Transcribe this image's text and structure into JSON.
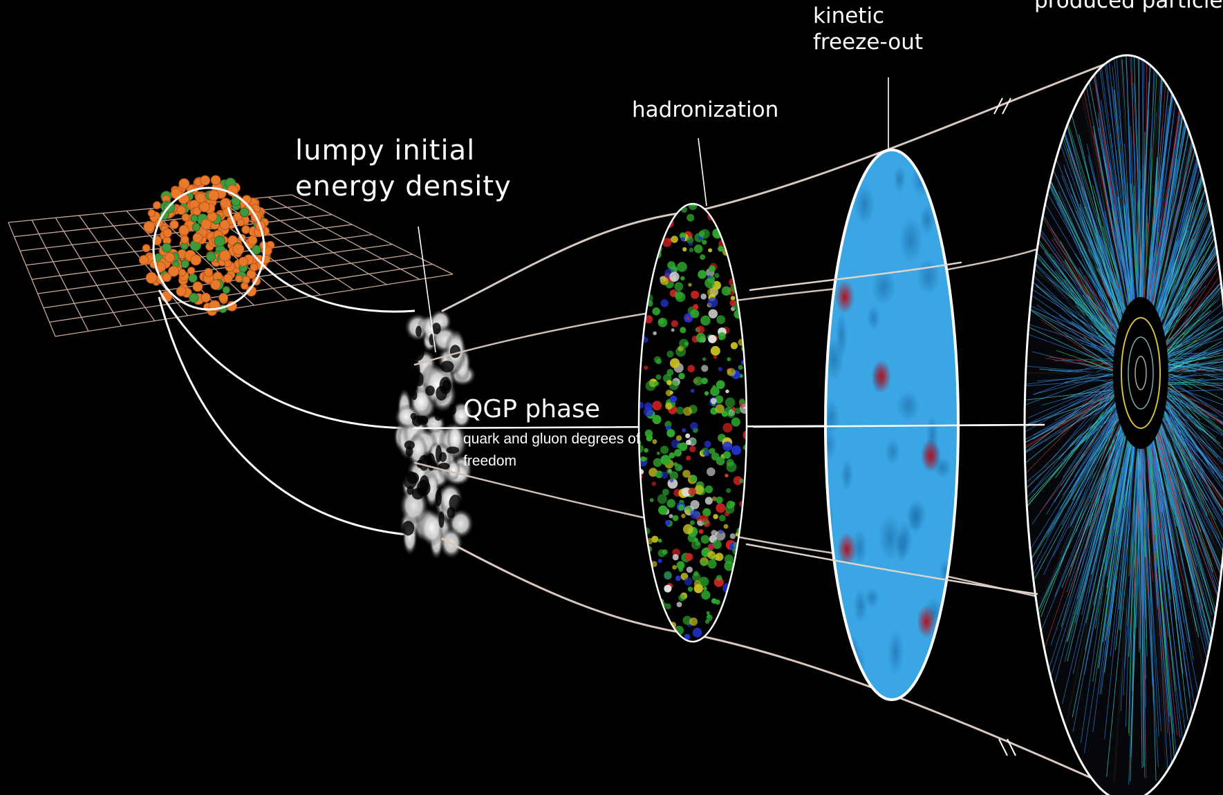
{
  "labels": {
    "initial": [
      "lumpy  initial",
      "energy  density"
    ],
    "qgp_title": "QGP phase",
    "qgp_sub": [
      "quark and gluon degrees of",
      "freedom"
    ],
    "hadronization": "hadronization",
    "kinetic": [
      "kinetic",
      "freeze-out"
    ],
    "produced": "produced  particles"
  },
  "colors": {
    "background": "#000000",
    "grid": "#c9a89a",
    "nucleon_orange": "#e8782a",
    "nucleon_green": "#3f9a3c",
    "freezeout_blue": "#3aa6e3",
    "track_blue": "#2f7fd6",
    "track_cyan": "#3fd0d0",
    "hadron_green": "#2ea82e",
    "hadron_blue": "#2233cc",
    "hadron_red": "#cc2222"
  }
}
